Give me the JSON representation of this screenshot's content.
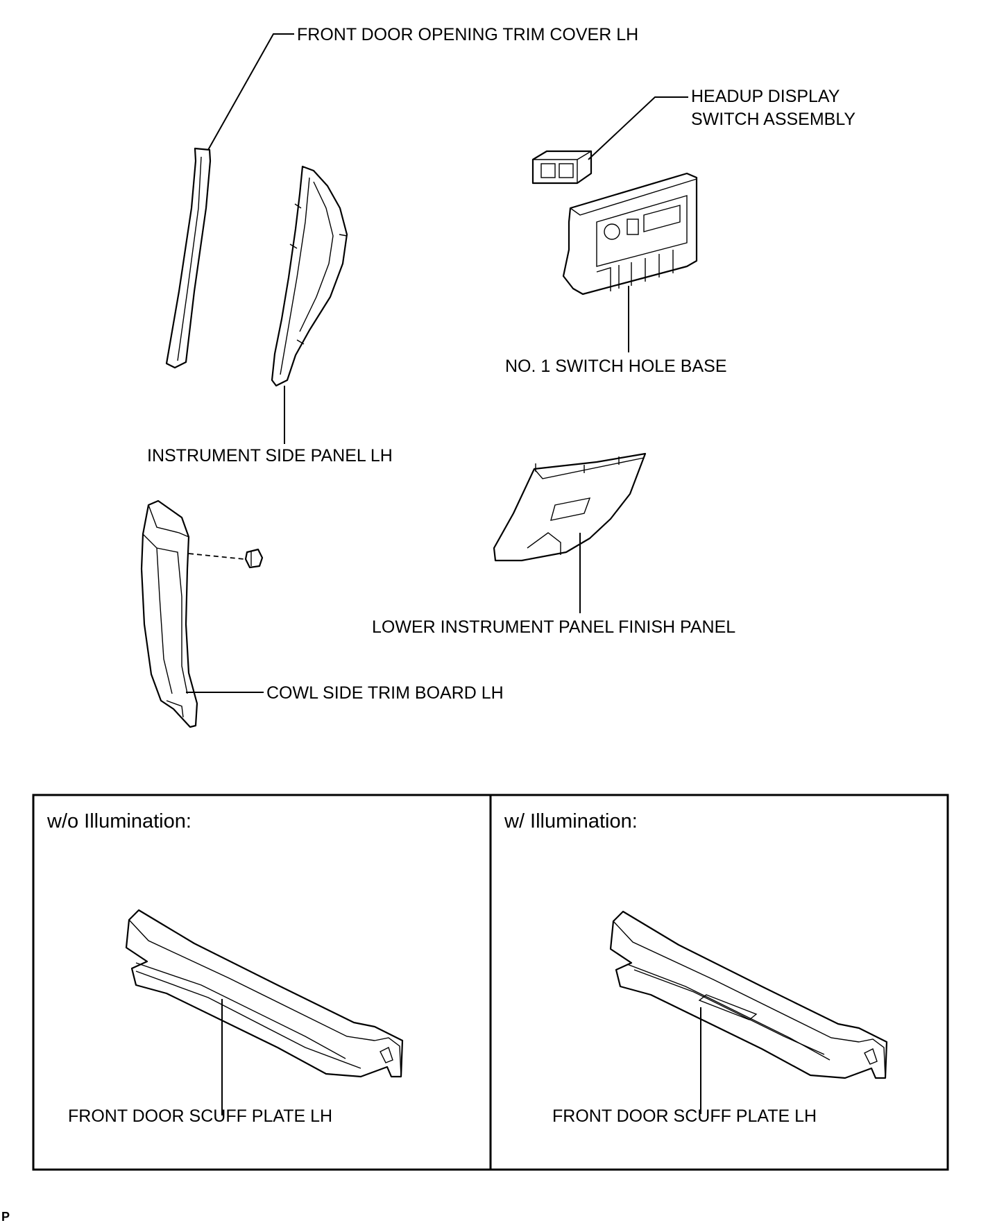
{
  "labels": {
    "front_door_opening_trim_cover": "FRONT DOOR OPENING TRIM COVER LH",
    "headup_display_line1": "HEADUP DISPLAY",
    "headup_display_line2": "SWITCH ASSEMBLY",
    "no1_switch_hole_base": "NO. 1 SWITCH HOLE BASE",
    "instrument_side_panel": "INSTRUMENT SIDE PANEL LH",
    "lower_instrument_panel_finish_panel": "LOWER INSTRUMENT PANEL FINISH PANEL",
    "cowl_side_trim_board": "COWL SIDE TRIM BOARD LH"
  },
  "panels": {
    "left": {
      "title": "w/o Illumination:",
      "label": "FRONT DOOR SCUFF PLATE LH"
    },
    "right": {
      "title": "w/ Illumination:",
      "label": "FRONT DOOR SCUFF PLATE LH"
    }
  },
  "corner_code": "P"
}
